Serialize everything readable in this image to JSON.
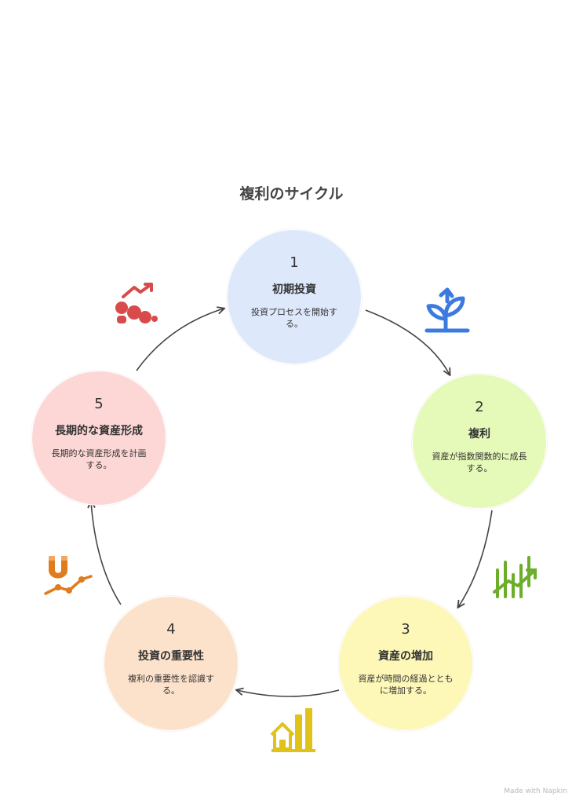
{
  "title": "複利のサイクル",
  "colors": {
    "step1": "#dde8fb",
    "step2": "#e5f9b8",
    "step3": "#fdf7b8",
    "step4": "#fde2cb",
    "step5": "#fdd7d6",
    "arrow": "#444444"
  },
  "steps": [
    {
      "number": "1",
      "title": "初期投資",
      "description": "投資プロセスを開始する。",
      "icon": "sprout-arrow-icon"
    },
    {
      "number": "2",
      "title": "複利",
      "description": "資産が指数関数的に成長する。",
      "icon": "rising-bars-icon"
    },
    {
      "number": "3",
      "title": "資産の増加",
      "description": "資産が時間の経過とともに増加する。",
      "icon": "house-chart-icon"
    },
    {
      "number": "4",
      "title": "投資の重要性",
      "description": "複利の重要性を認識する。",
      "icon": "magnet-trend-icon"
    },
    {
      "number": "5",
      "title": "長期的な資産形成",
      "description": "長期的な資産形成を計画する。",
      "icon": "trend-up-icon"
    }
  ],
  "credit": "Made with Napkin"
}
